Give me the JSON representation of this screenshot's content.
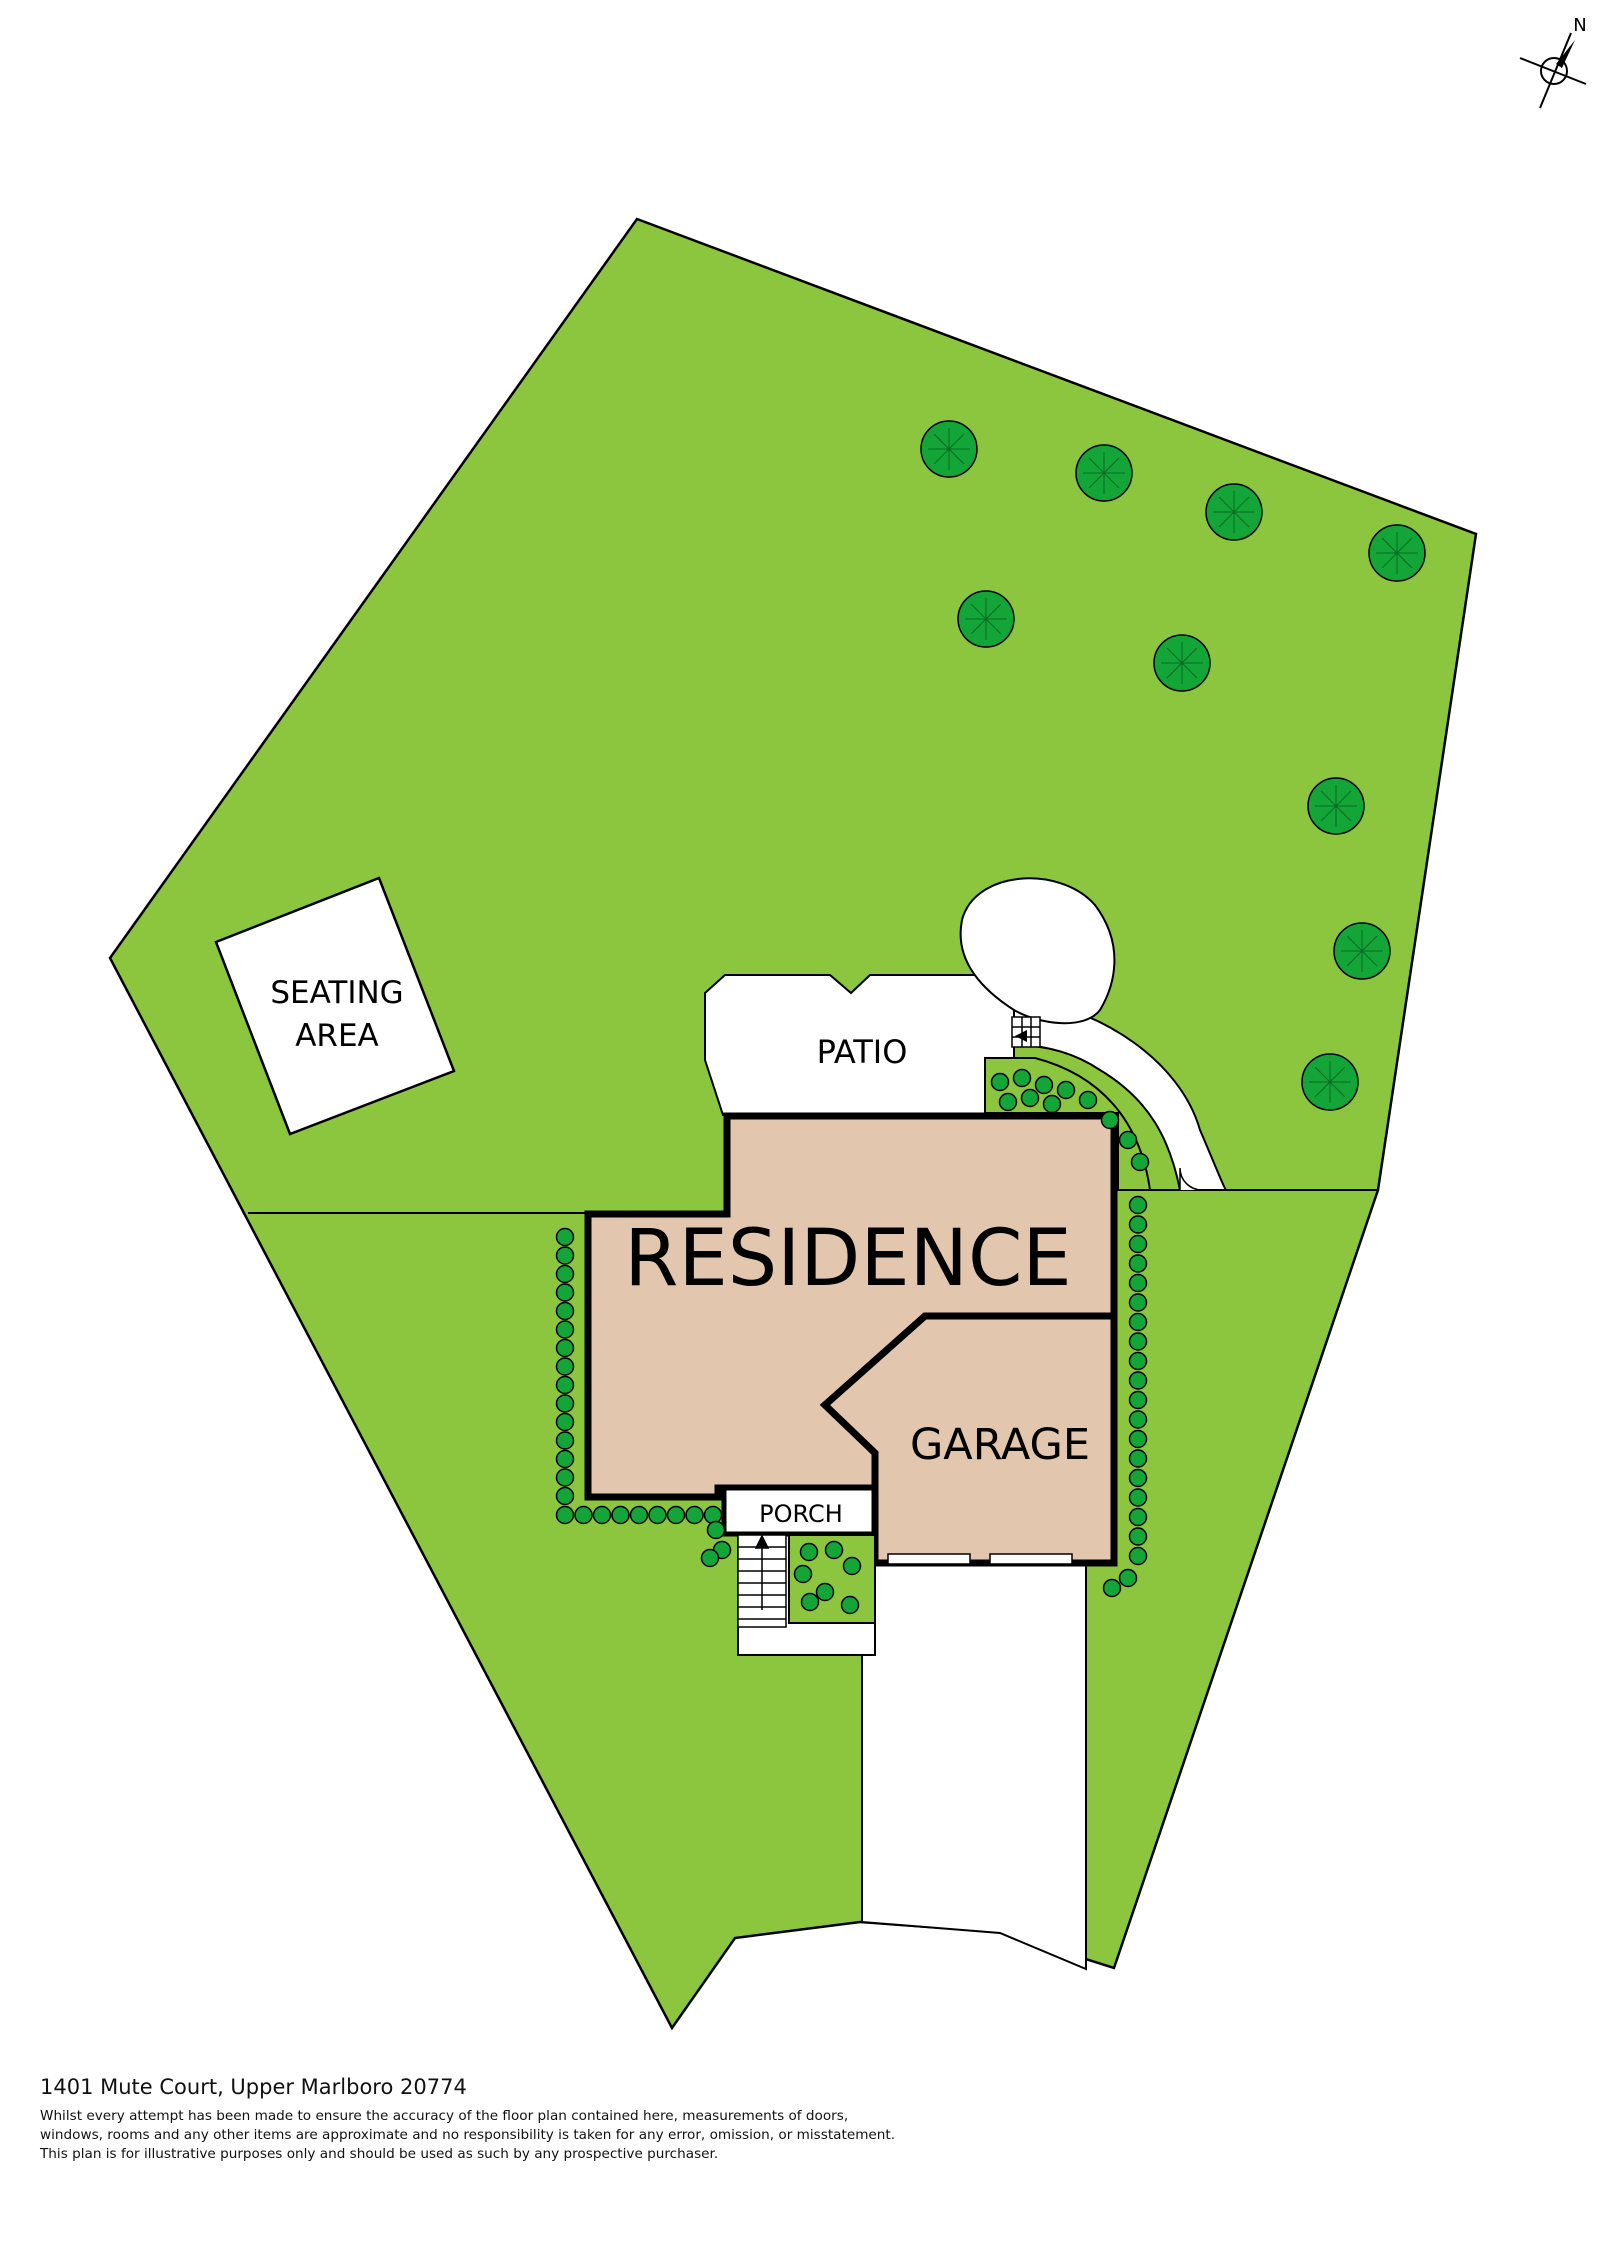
{
  "compass": {
    "north_label": "N",
    "icon": "compass-icon"
  },
  "labels": {
    "seating_line1": "SEATING",
    "seating_line2": "AREA",
    "patio": "PATIO",
    "residence": "RESIDENCE",
    "garage": "GARAGE",
    "porch": "PORCH"
  },
  "footer": {
    "address": "1401 Mute Court, Upper Marlboro 20774",
    "disclaimer_line1": "Whilst every attempt has been made to ensure the accuracy of the floor plan contained here, measurements of doors,",
    "disclaimer_line2": "windows, rooms and any other items are approximate and no responsibility is taken for any error, omission, or misstatement.",
    "disclaimer_line3": "This plan is for illustrative purposes only and should be used as such by any prospective purchaser."
  },
  "colors": {
    "lawn": "#8cc63f",
    "tree": "#13a538",
    "building": "#e2c6ad",
    "paved": "#ffffff",
    "outline": "#000000"
  }
}
